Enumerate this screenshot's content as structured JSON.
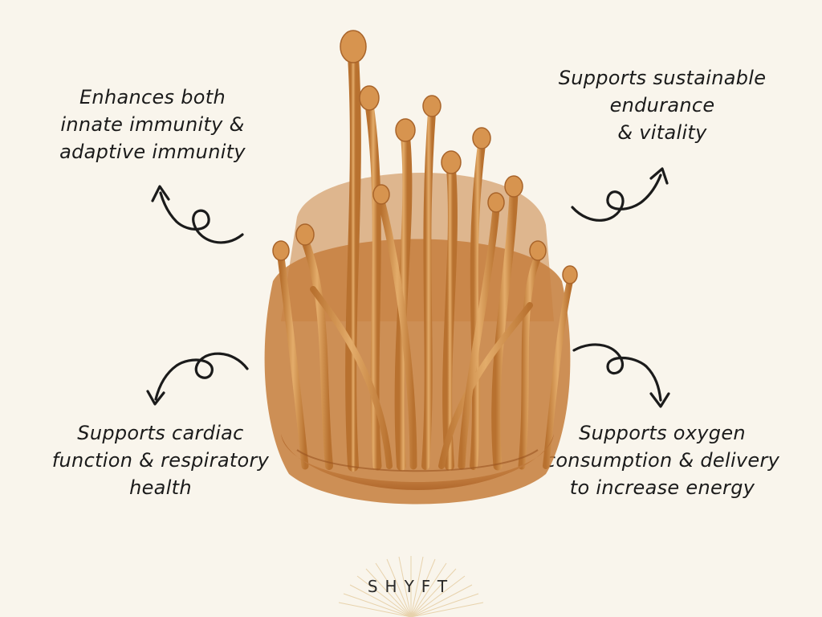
{
  "benefits": {
    "top_left": {
      "lines": [
        "Enhances both",
        "innate immunity &",
        "adaptive immunity"
      ]
    },
    "top_right": {
      "lines": [
        "Supports sustainable",
        "endurance",
        "& vitality"
      ]
    },
    "bottom_left": {
      "lines": [
        "Supports cardiac",
        "function & respiratory",
        "health"
      ]
    },
    "bottom_right": {
      "lines": [
        "Supports oxygen",
        "consumption & delivery",
        "to increase energy"
      ]
    }
  },
  "brand": {
    "name": "SHYFT"
  },
  "illustration": {
    "subject": "cordyceps-mushroom",
    "colors": {
      "stem": "#d99a55",
      "stem_dark": "#b66a2b",
      "base": "#d08a44",
      "background": "#f9f5ec",
      "ink": "#1b1b1b"
    }
  }
}
